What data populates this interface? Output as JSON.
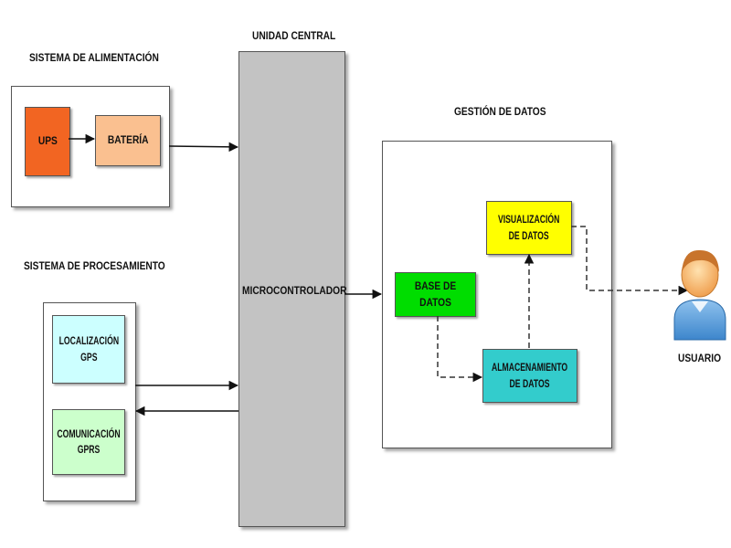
{
  "power_system": {
    "title": "SISTEMA DE ALIMENTACIÓN",
    "ups": {
      "label": "UPS",
      "color": "#f26522"
    },
    "battery": {
      "label": "BATERÍA",
      "color": "#fac090"
    }
  },
  "processing_system": {
    "title": "SISTEMA DE PROCESAMIENTO",
    "gps": {
      "line1": "LOCALIZACIÓN",
      "line2": "GPS",
      "color": "#ccffff"
    },
    "gprs": {
      "line1": "COMUNICACIÓN",
      "line2": "GPRS",
      "color": "#ccffcc"
    }
  },
  "central_unit": {
    "title": "UNIDAD CENTRAL",
    "label": "MICROCONTROLADOR",
    "color": "#c3c3c3"
  },
  "data_management": {
    "title": "GESTIÓN DE DATOS",
    "database": {
      "label": "BASE DE DATOS",
      "color": "#00dd00"
    },
    "storage": {
      "line1": "ALMACENAMIENTO",
      "line2": "DE DATOS",
      "color": "#33cccc"
    },
    "visualization": {
      "line1": "VISUALIZACIÓN",
      "line2": "DE DATOS",
      "color": "#ffff00"
    }
  },
  "user": {
    "label": "USUARIO",
    "icon": "user-icon"
  }
}
